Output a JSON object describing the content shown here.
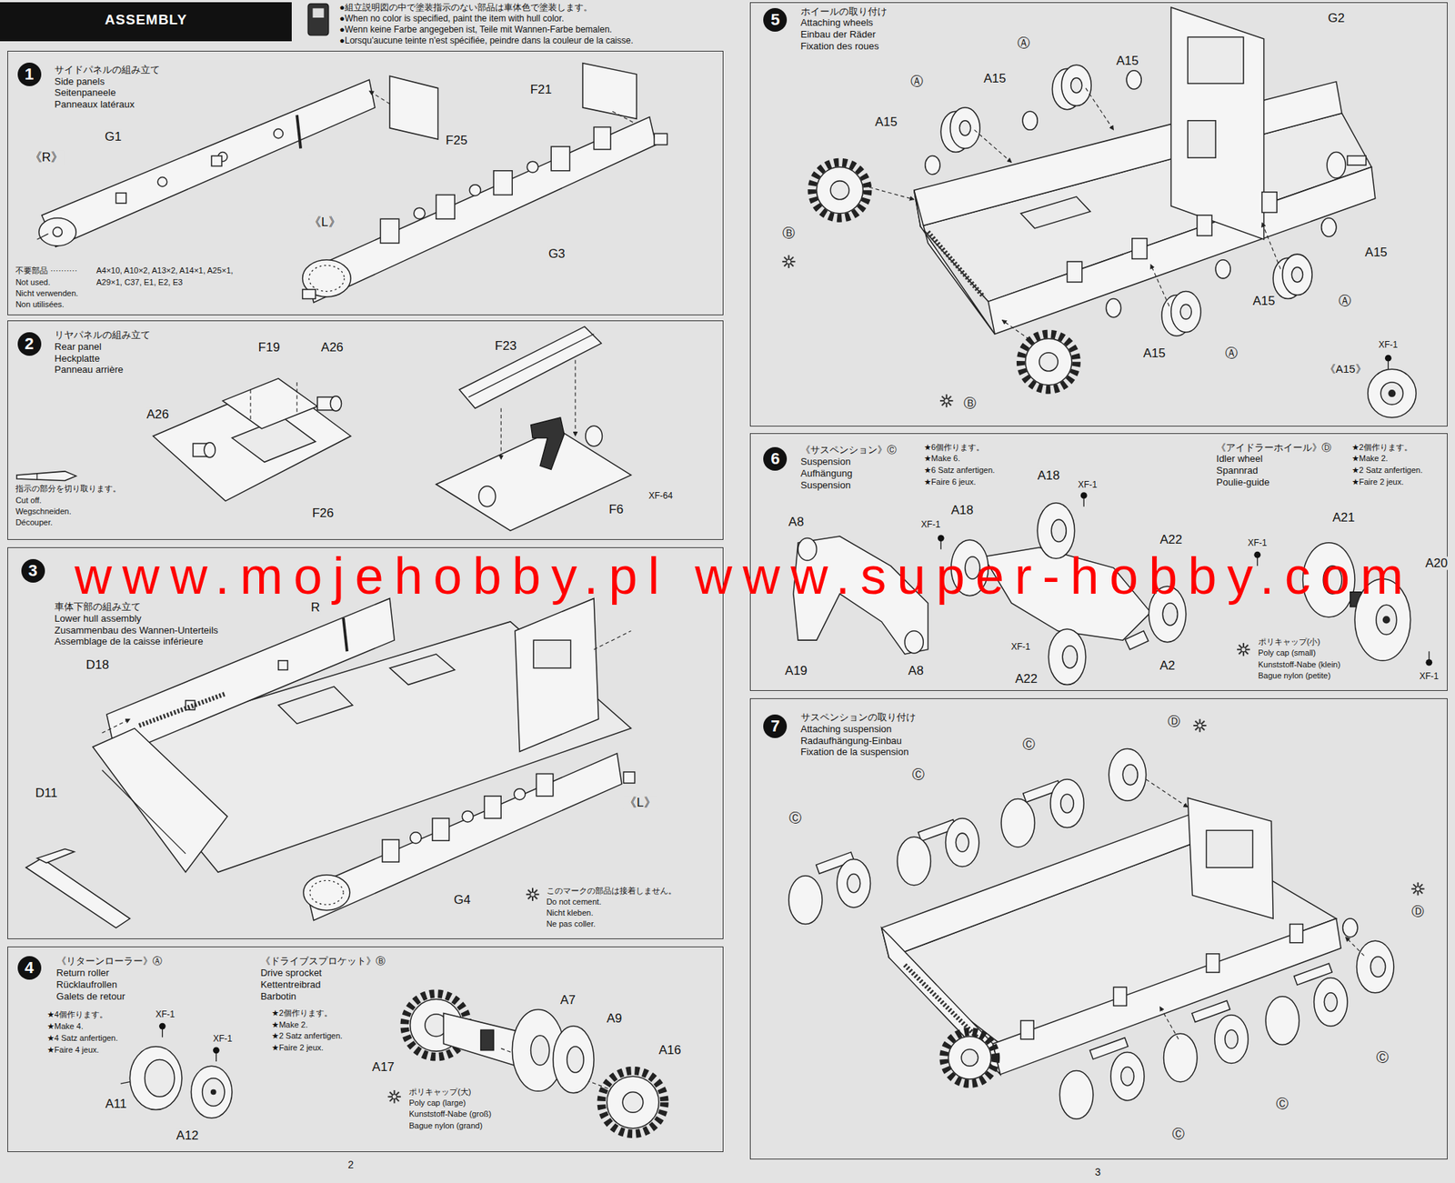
{
  "diagram": {
    "nodes": [
      {
        "text": [
          "ASSEMBLY"
        ]
      },
      {
        "text": [
          "1",
          "サイドパネルの組み立て",
          "Side panels",
          "Seitenpaneele",
          "Panneaux latéraux"
        ]
      },
      {
        "text": [
          "2",
          "リヤパネルの組み立て",
          "Rear panel",
          "Heckplatte",
          "Panneau arrière"
        ]
      },
      {
        "text": [
          "3",
          "車体下部の組み立て",
          "Lower hull assembly",
          "Zusammenbau des Wannen-Unterteils",
          "Assemblage de la caisse inférieure"
        ]
      },
      {
        "text": [
          "4",
          "《リターンローラー》Ⓐ",
          "Return roller",
          "Rücklaufrollen",
          "Galets de retour",
          "★4個作ります。",
          "★Make 4.",
          "★4 Satz anfertigen.",
          "★Faire 4 jeux.",
          "《ドライブスプロケット》Ⓑ",
          "Drive sprocket",
          "Kettentreibrad",
          "Barbotin",
          "★2個作ります。",
          "★Make 2.",
          "★2 Satz anfertigen.",
          "★Faire 2 jeux."
        ]
      },
      {
        "text": [
          "5",
          "ホイールの取り付け",
          "Attaching wheels",
          "Einbau der Räder",
          "Fixation des roues"
        ]
      },
      {
        "text": [
          "6",
          "《サスペンション》Ⓒ",
          "Suspension",
          "Aufhängung",
          "Suspension",
          "★6個作ります。",
          "★Make 6.",
          "★6 Satz anfertigen.",
          "★Faire 6 jeux.",
          "《アイドラーホイール》Ⓓ",
          "Idler wheel",
          "Spannrad",
          "Poulie-guide",
          "★2個作ります。",
          "★Make 2.",
          "★2 Satz anfertigen.",
          "★Faire 2 jeux."
        ]
      },
      {
        "text": [
          "7",
          "サスペンションの取り付け",
          "Attaching suspension",
          "Radaufhängung-Einbau",
          "Fixation de la suspension"
        ]
      }
    ],
    "labels": [
      "●組立説明図の中で塗装指示のない部品は車体色で塗装します。",
      "●When no color is specified, paint the item with hull color.",
      "●Wenn keine Farbe angegeben ist, Teile mit Wannen-Farbe bemalen.",
      "●Lorsqu'aucune teinte n'est spécifiée, peindre dans la couleur de la caisse.",
      "G1",
      "《R》",
      "F25",
      "F21",
      "《L》",
      "G3",
      "不要部品 ··········",
      "Not used.",
      "Nicht verwenden.",
      "Non utilisées.",
      "A4×10, A10×2, A13×2, A14×1, A25×1,",
      "A29×1, C37, E1, E2, E3",
      "F19",
      "A26",
      "A26",
      "F26",
      "F23",
      "F6",
      "XF-64",
      "指示の部分を切り取ります。",
      "Cut off.",
      "Wegschneiden.",
      "Découper.",
      "R",
      "D18",
      "D11",
      "《L》",
      "G4",
      "このマークの部品は接着しません。",
      "Do not cement.",
      "Nicht kleben.",
      "Ne pas coller.",
      "XF-1",
      "XF-1",
      "A11",
      "A12",
      "A7",
      "A9",
      "A17",
      "A16",
      "ポリキャップ(大)",
      "Poly cap (large)",
      "Kunststoff-Nabe (groß)",
      "Bague nylon (grand)",
      "2",
      "G2",
      "Ⓐ",
      "A15",
      "A15",
      "Ⓐ",
      "A15",
      "Ⓑ",
      "A15",
      "A15",
      "Ⓐ",
      "A15",
      "Ⓐ",
      "Ⓑ",
      "XF-1",
      "《A15》",
      "A8",
      "A18",
      "XF-1",
      "A18",
      "XF-1",
      "A22",
      "XF-1",
      "A21",
      "A20",
      "A19",
      "A8",
      "XF-1",
      "A22",
      "A2",
      "ポリキャップ(小)",
      "Poly cap (small)",
      "Kunststoff-Nabe (klein)",
      "Bague nylon (petite)",
      "XF-1",
      "Ⓓ",
      "Ⓒ",
      "Ⓒ",
      "Ⓒ",
      "Ⓓ",
      "Ⓒ",
      "Ⓒ",
      "Ⓒ",
      "3",
      "www.mojehobby.pl www.super-hobby.com"
    ]
  }
}
